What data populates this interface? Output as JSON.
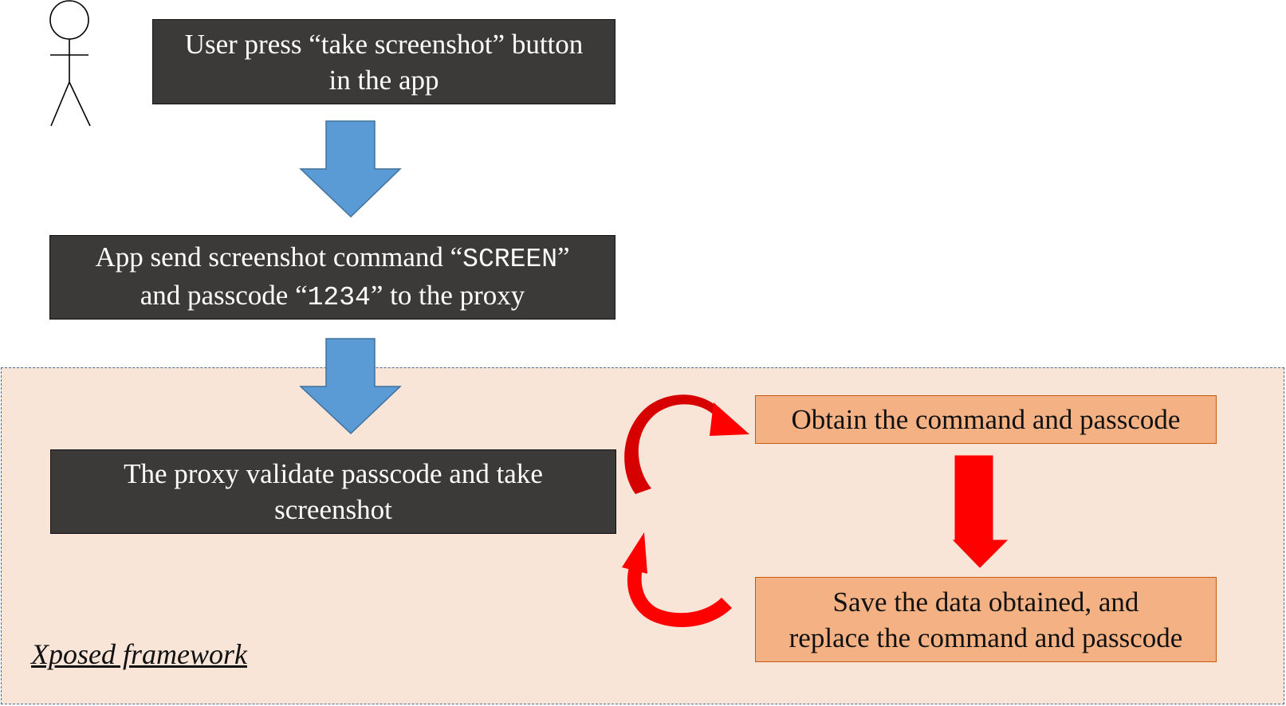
{
  "actor": {
    "icon": "stick-figure-user-icon"
  },
  "steps": {
    "user_press": {
      "line1": "User press “take screenshot” button",
      "line2": "in the app"
    },
    "app_send": {
      "l1_pre": "App send screenshot command “",
      "l1_code": "SCREEN",
      "l1_post": "”",
      "l2_pre": "and passcode “",
      "l2_code": "1234",
      "l2_post": "” to the proxy"
    },
    "proxy_validate": {
      "line1": "The proxy validate passcode and take",
      "line2": "screenshot"
    }
  },
  "hook_steps": {
    "obtain": "Obtain the command and passcode",
    "save": {
      "line1": "Save the data obtained, and",
      "line2": "replace the command and passcode"
    }
  },
  "framework_label": "Xposed framework",
  "colors": {
    "flow_arrow": "#5b9bd5",
    "hook_arrow": "#ff0000",
    "dark_box": "#3b3a39",
    "orange_box": "#f4b183",
    "framework_bg": "#f9e4d8"
  }
}
